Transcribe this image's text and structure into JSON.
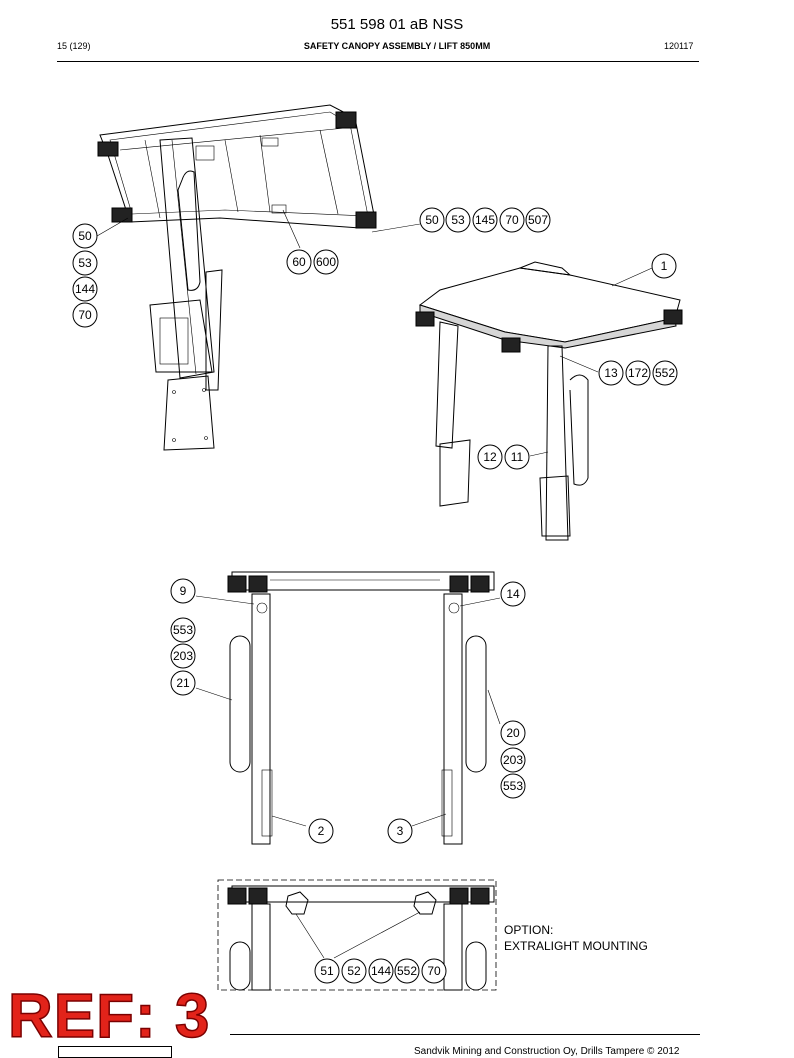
{
  "header": {
    "doc_number": "551 598 01 aB NSS",
    "page_ref": "15 (129)",
    "title": "SAFETY CANOPY ASSEMBLY / LIFT 850MM",
    "date_code": "120117"
  },
  "callouts": [
    {
      "id": "c1",
      "label": "50"
    },
    {
      "id": "c2",
      "label": "53"
    },
    {
      "id": "c3",
      "label": "144"
    },
    {
      "id": "c4",
      "label": "70"
    },
    {
      "id": "c5",
      "label": "60"
    },
    {
      "id": "c6",
      "label": "600"
    },
    {
      "id": "c7",
      "label": "50"
    },
    {
      "id": "c8",
      "label": "53"
    },
    {
      "id": "c9",
      "label": "145"
    },
    {
      "id": "c10",
      "label": "70"
    },
    {
      "id": "c11",
      "label": "507"
    },
    {
      "id": "c12",
      "label": "1"
    },
    {
      "id": "c13",
      "label": "13"
    },
    {
      "id": "c14",
      "label": "172"
    },
    {
      "id": "c15",
      "label": "552"
    },
    {
      "id": "c16",
      "label": "12"
    },
    {
      "id": "c17",
      "label": "11"
    },
    {
      "id": "c18",
      "label": "9"
    },
    {
      "id": "c19",
      "label": "14"
    },
    {
      "id": "c20",
      "label": "553"
    },
    {
      "id": "c21",
      "label": "203"
    },
    {
      "id": "c22",
      "label": "21"
    },
    {
      "id": "c23",
      "label": "20"
    },
    {
      "id": "c24",
      "label": "203"
    },
    {
      "id": "c25",
      "label": "553"
    },
    {
      "id": "c26",
      "label": "2"
    },
    {
      "id": "c27",
      "label": "3"
    },
    {
      "id": "c28",
      "label": "51"
    },
    {
      "id": "c29",
      "label": "52"
    },
    {
      "id": "c30",
      "label": "144"
    },
    {
      "id": "c31",
      "label": "552"
    },
    {
      "id": "c32",
      "label": "70"
    }
  ],
  "option": {
    "line1": "OPTION:",
    "line2": "EXTRALIGHT MOUNTING"
  },
  "stamp": {
    "text": "REF: 3",
    "color": "#e2231a"
  },
  "footer": {
    "text": "Sandvik Mining and Construction Oy, Drills Tampere © 2012"
  }
}
